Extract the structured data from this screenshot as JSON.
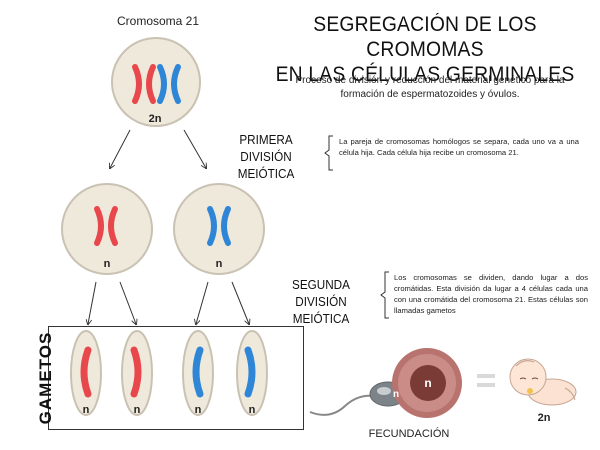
{
  "title_line1": "SEGREGACIÓN DE LOS CROMOMAS",
  "title_line2": "EN LAS CÉLULAS GERMINALES",
  "subtitle": "Proceso de división y reducción del material genético para la formación de espermatozoides y óvulos.",
  "cromosoma_label": "Cromosoma 21",
  "ploidy_2n": "2n",
  "ploidy_n": "n",
  "primera": {
    "label_line1": "PRIMERA DIVISIÓN",
    "label_line2": "MEIÓTICA",
    "description": "La pareja de cromosomas homólogos se separa, cada uno va a una célula hija. Cada célula hija recibe un cromosoma 21."
  },
  "segunda": {
    "label_line1": "SEGUNDA DIVISIÓN",
    "label_line2": "MEIÓTICA",
    "description": "Los cromosomas se dividen, dando lugar a dos cromátidas. Esta división da lugar a 4 células cada una con una cromátida del cromosoma 21. Estas células son llamadas gametos"
  },
  "gametos_label": "GAMETOS",
  "fecundacion_label": "FECUNDACIÓN",
  "colors": {
    "red": "#e8484b",
    "blue": "#2f86d6",
    "cell_fill": "#efe9dc",
    "cell_stroke": "#c9c2b3",
    "egg_outer": "#b8736f",
    "egg_inner": "#7a3a36"
  },
  "icons": [
    "arrow-icon",
    "sperm-icon",
    "egg-icon",
    "equals-icon",
    "baby-icon"
  ]
}
